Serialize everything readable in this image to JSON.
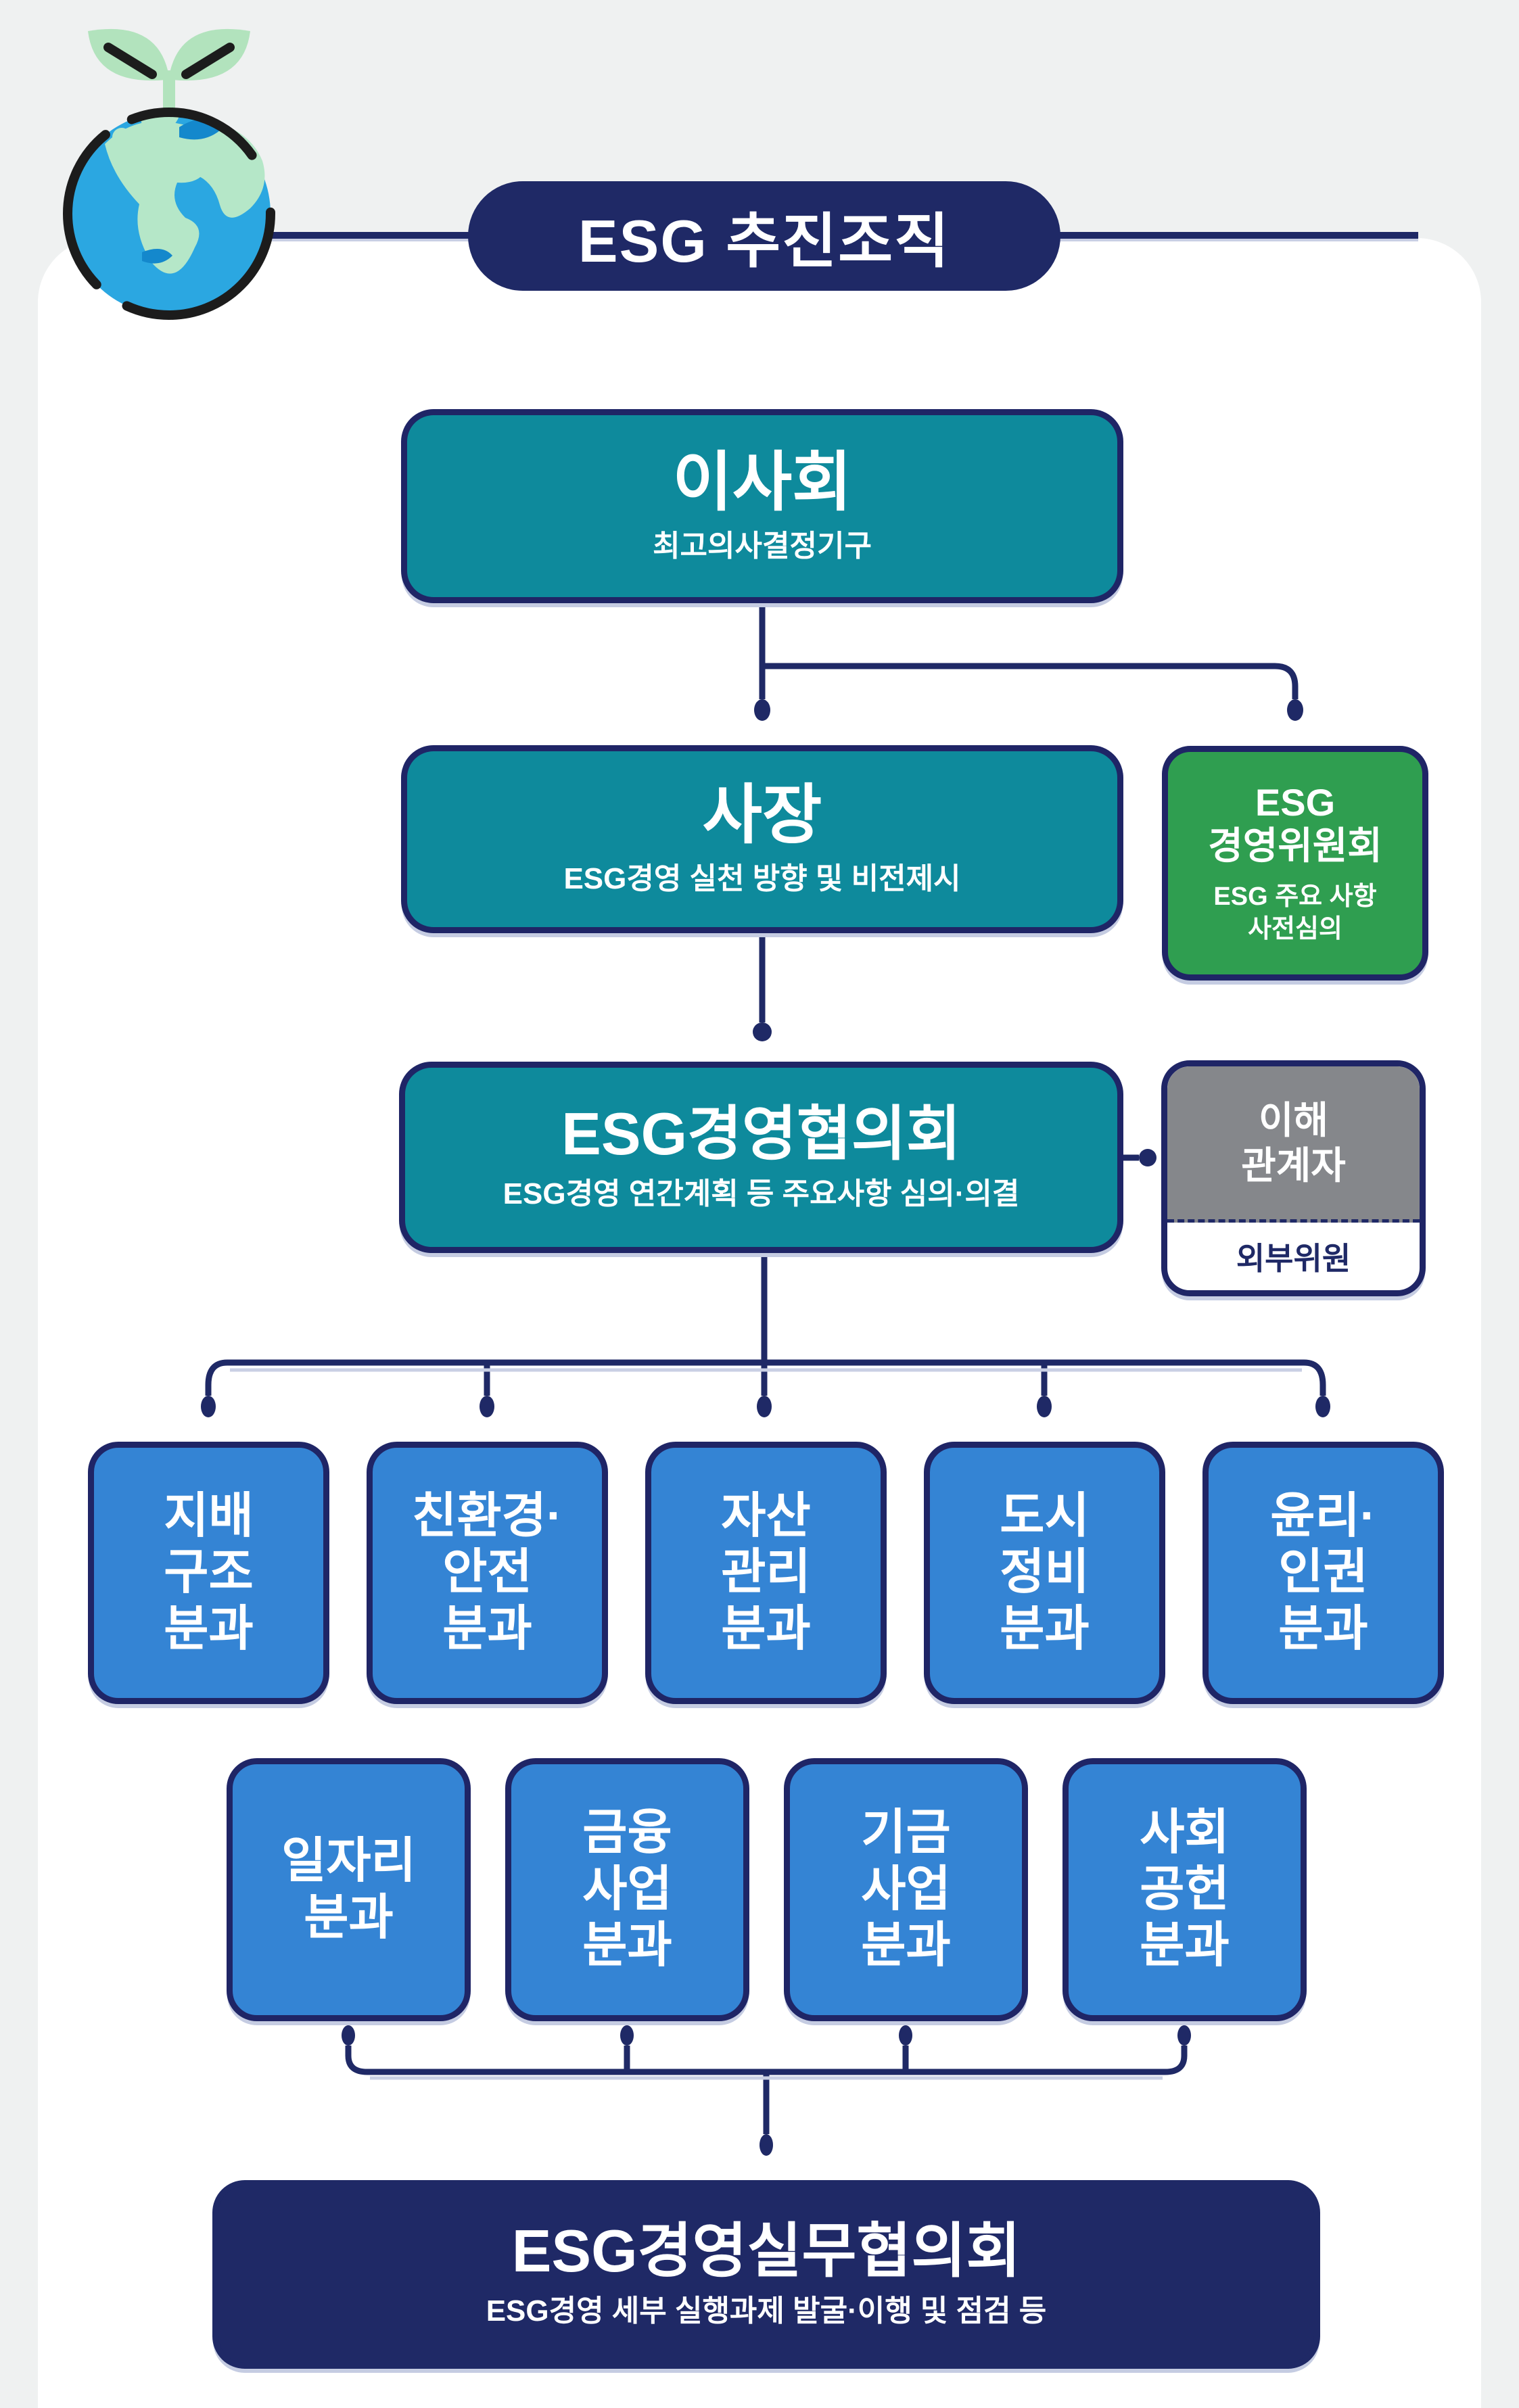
{
  "header": {
    "title": "ESG 추진조직"
  },
  "chart": {
    "board": {
      "title": "이사회",
      "subtitle": "최고의사결정기구"
    },
    "ceo": {
      "title": "사장",
      "subtitle": "ESG경영 실천 방향 및 비전제시"
    },
    "esg_committee": {
      "title": "ESG\n경영위원회",
      "subtitle": "ESG 주요 사항\n사전심의"
    },
    "esg_council": {
      "title": "ESG경영협의회",
      "subtitle": "ESG경영 연간계획 등 주요사항 심의·의결"
    },
    "stakeholder": {
      "title": "이해\n관계자",
      "note": "외부위원"
    },
    "row1": [
      {
        "label": "지배\n구조\n분과"
      },
      {
        "label": "친환경·\n안전\n분과"
      },
      {
        "label": "자산\n관리\n분과"
      },
      {
        "label": "도시\n정비\n분과"
      },
      {
        "label": "윤리·\n인권\n분과"
      }
    ],
    "row2": [
      {
        "label": "일자리\n분과"
      },
      {
        "label": "금융\n사업\n분과"
      },
      {
        "label": "기금\n사업\n분과"
      },
      {
        "label": "사회\n공헌\n분과"
      }
    ],
    "working": {
      "title": "ESG경영실무협의회",
      "subtitle": "ESG경영 세부 실행과제 발굴·이행 및 점검 등"
    }
  },
  "icons": {
    "globe": "globe-sprout-icon"
  },
  "colors": {
    "navy": "#1f2966",
    "teal": "#0e8a9c",
    "green": "#2f9e50",
    "blue": "#3484d4",
    "gray": "#85878b",
    "background": "#eff1f1",
    "panel": "#ffffff"
  }
}
